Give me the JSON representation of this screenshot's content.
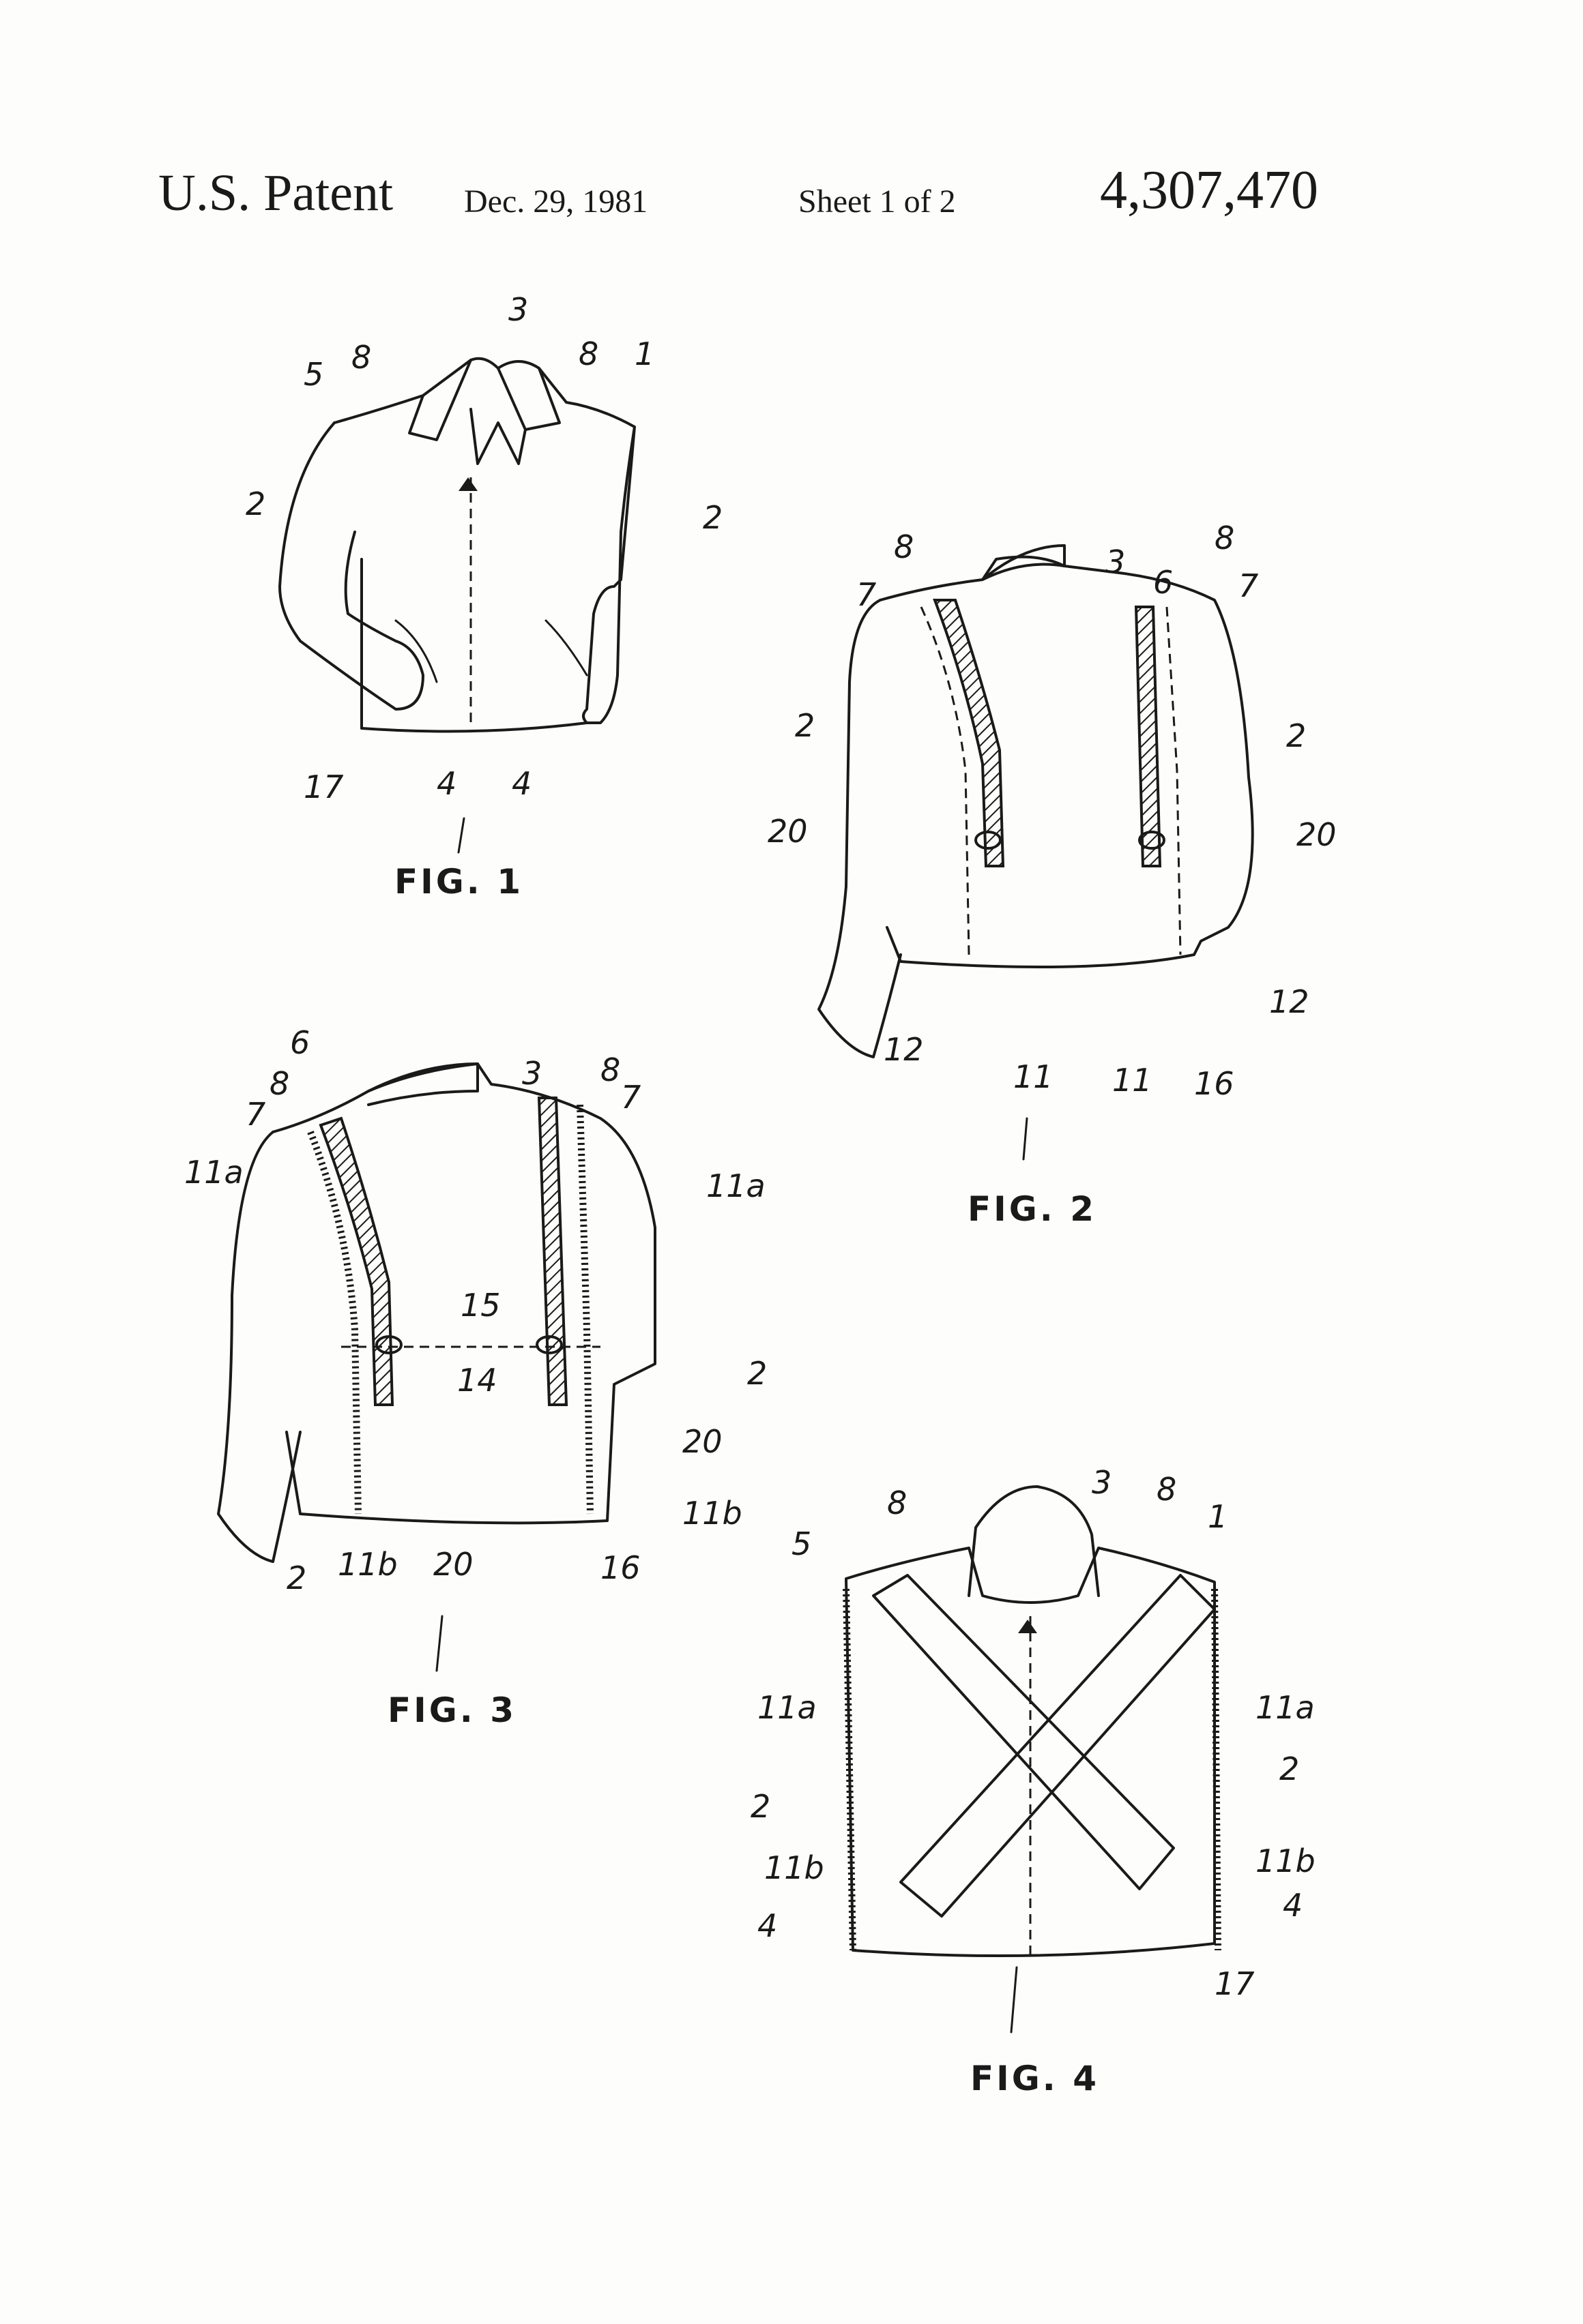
{
  "header": {
    "title": "U.S. Patent",
    "date": "Dec. 29, 1981",
    "sheet": "Sheet 1 of 2",
    "patent_number": "4,307,470"
  },
  "figures": [
    {
      "label": "FIG. 1",
      "refs": [
        "5",
        "8",
        "3",
        "8",
        "1",
        "2",
        "2",
        "17",
        "4",
        "4"
      ]
    },
    {
      "label": "FIG. 2",
      "refs": [
        "8",
        "3",
        "8",
        "7",
        "6",
        "7",
        "2",
        "2",
        "20",
        "20",
        "12",
        "12",
        "11",
        "11",
        "16"
      ]
    },
    {
      "label": "FIG. 3",
      "refs": [
        "6",
        "3",
        "8",
        "8",
        "7",
        "7",
        "11a",
        "11a",
        "15",
        "14",
        "2",
        "20",
        "11b",
        "16",
        "2",
        "11b",
        "20"
      ]
    },
    {
      "label": "FIG. 4",
      "refs": [
        "8",
        "3",
        "8",
        "1",
        "5",
        "11a",
        "11a",
        "2",
        "2",
        "11b",
        "11b",
        "4",
        "4",
        "17"
      ]
    }
  ],
  "colors": {
    "ink": "#1a1a1a",
    "paper": "#fdfdfb"
  }
}
